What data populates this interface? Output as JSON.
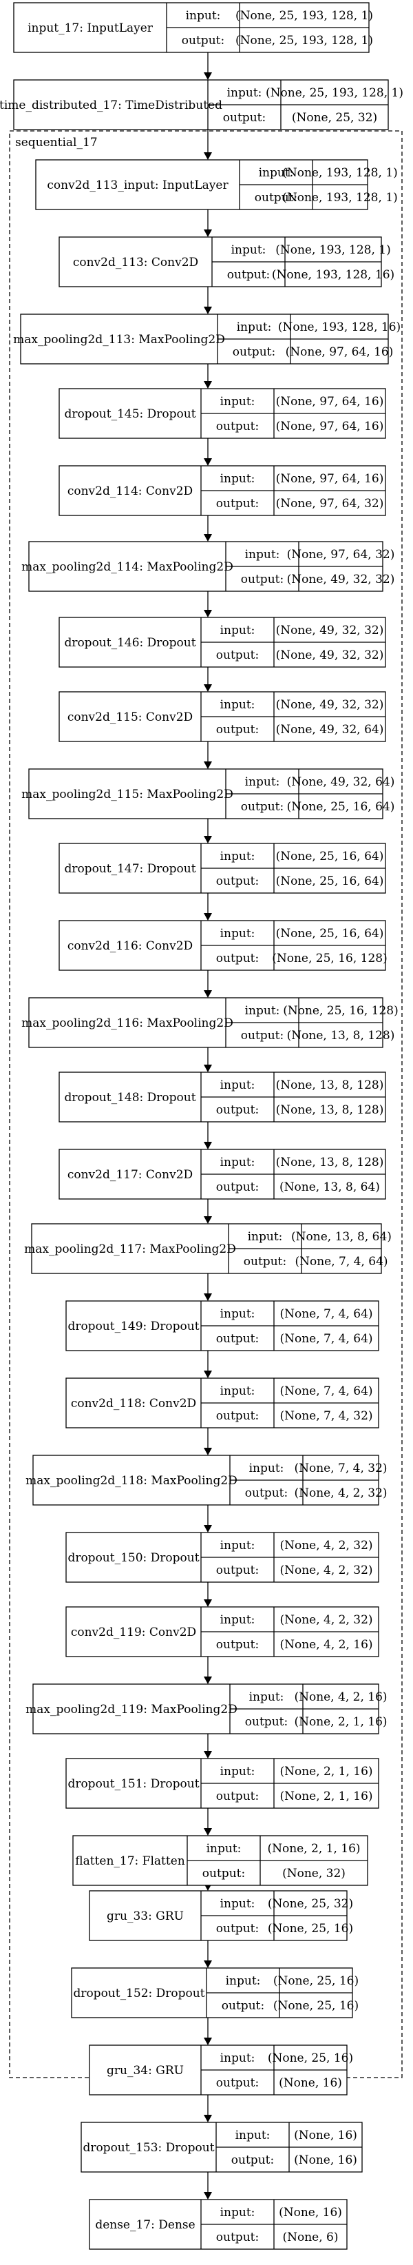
{
  "cluster": {
    "label": "sequential_17"
  },
  "port_labels": {
    "input": "input:",
    "output": "output:"
  },
  "nodes": [
    {
      "name": "input_17: InputLayer",
      "input": "(None, 25, 193, 128, 1)",
      "output": "(None, 25, 193, 128, 1)"
    },
    {
      "name": "time_distributed_17: TimeDistributed",
      "input": "(None, 25, 193, 128, 1)",
      "output": "(None, 25, 32)"
    },
    {
      "name": "conv2d_113_input: InputLayer",
      "input": "(None, 193, 128, 1)",
      "output": "(None, 193, 128, 1)"
    },
    {
      "name": "conv2d_113: Conv2D",
      "input": "(None, 193, 128, 1)",
      "output": "(None, 193, 128, 16)"
    },
    {
      "name": "max_pooling2d_113: MaxPooling2D",
      "input": "(None, 193, 128, 16)",
      "output": "(None, 97, 64, 16)"
    },
    {
      "name": "dropout_145: Dropout",
      "input": "(None, 97, 64, 16)",
      "output": "(None, 97, 64, 16)"
    },
    {
      "name": "conv2d_114: Conv2D",
      "input": "(None, 97, 64, 16)",
      "output": "(None, 97, 64, 32)"
    },
    {
      "name": "max_pooling2d_114: MaxPooling2D",
      "input": "(None, 97, 64, 32)",
      "output": "(None, 49, 32, 32)"
    },
    {
      "name": "dropout_146: Dropout",
      "input": "(None, 49, 32, 32)",
      "output": "(None, 49, 32, 32)"
    },
    {
      "name": "conv2d_115: Conv2D",
      "input": "(None, 49, 32, 32)",
      "output": "(None, 49, 32, 64)"
    },
    {
      "name": "max_pooling2d_115: MaxPooling2D",
      "input": "(None, 49, 32, 64)",
      "output": "(None, 25, 16, 64)"
    },
    {
      "name": "dropout_147: Dropout",
      "input": "(None, 25, 16, 64)",
      "output": "(None, 25, 16, 64)"
    },
    {
      "name": "conv2d_116: Conv2D",
      "input": "(None, 25, 16, 64)",
      "output": "(None, 25, 16, 128)"
    },
    {
      "name": "max_pooling2d_116: MaxPooling2D",
      "input": "(None, 25, 16, 128)",
      "output": "(None, 13, 8, 128)"
    },
    {
      "name": "dropout_148: Dropout",
      "input": "(None, 13, 8, 128)",
      "output": "(None, 13, 8, 128)"
    },
    {
      "name": "conv2d_117: Conv2D",
      "input": "(None, 13, 8, 128)",
      "output": "(None, 13, 8, 64)"
    },
    {
      "name": "max_pooling2d_117: MaxPooling2D",
      "input": "(None, 13, 8, 64)",
      "output": "(None, 7, 4, 64)"
    },
    {
      "name": "dropout_149: Dropout",
      "input": "(None, 7, 4, 64)",
      "output": "(None, 7, 4, 64)"
    },
    {
      "name": "conv2d_118: Conv2D",
      "input": "(None, 7, 4, 64)",
      "output": "(None, 7, 4, 32)"
    },
    {
      "name": "max_pooling2d_118: MaxPooling2D",
      "input": "(None, 7, 4, 32)",
      "output": "(None, 4, 2, 32)"
    },
    {
      "name": "dropout_150: Dropout",
      "input": "(None, 4, 2, 32)",
      "output": "(None, 4, 2, 32)"
    },
    {
      "name": "conv2d_119: Conv2D",
      "input": "(None, 4, 2, 32)",
      "output": "(None, 4, 2, 16)"
    },
    {
      "name": "max_pooling2d_119: MaxPooling2D",
      "input": "(None, 4, 2, 16)",
      "output": "(None, 2, 1, 16)"
    },
    {
      "name": "dropout_151: Dropout",
      "input": "(None, 2, 1, 16)",
      "output": "(None, 2, 1, 16)"
    },
    {
      "name": "flatten_17: Flatten",
      "input": "(None, 2, 1, 16)",
      "output": "(None, 32)"
    },
    {
      "name": "gru_33: GRU",
      "input": "(None, 25, 32)",
      "output": "(None, 25, 16)"
    },
    {
      "name": "dropout_152: Dropout",
      "input": "(None, 25, 16)",
      "output": "(None, 25, 16)"
    },
    {
      "name": "gru_34: GRU",
      "input": "(None, 25, 16)",
      "output": "(None, 16)"
    },
    {
      "name": "dropout_153: Dropout",
      "input": "(None, 16)",
      "output": "(None, 16)"
    },
    {
      "name": "dense_17: Dense",
      "input": "(None, 16)",
      "output": "(None, 6)"
    }
  ]
}
